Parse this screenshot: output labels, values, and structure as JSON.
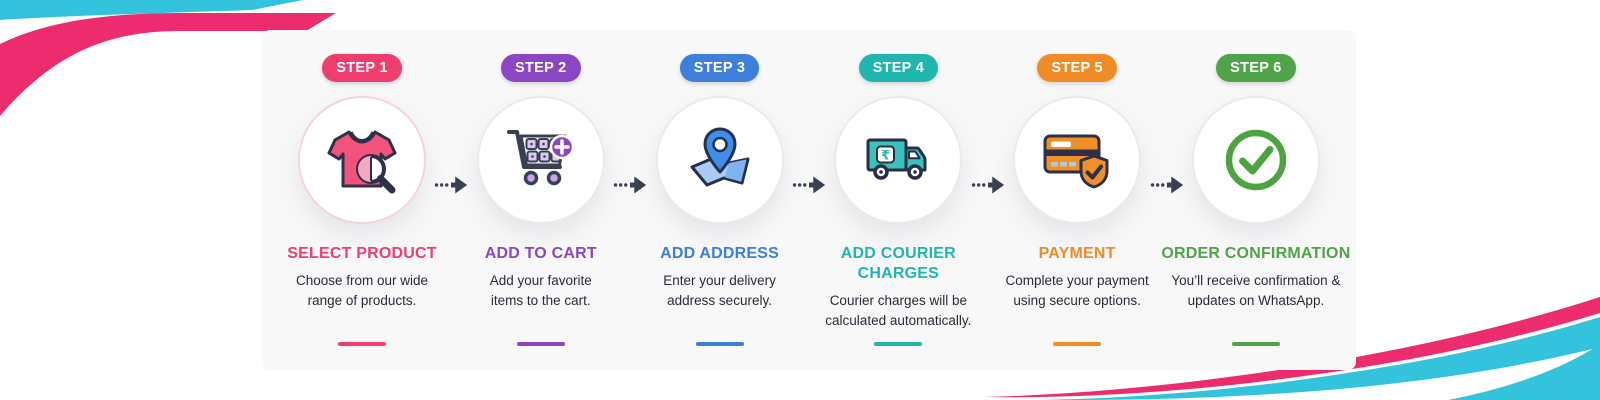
{
  "banner": {
    "card_background": "#F8F8F9",
    "arrow_color": "#3A4152",
    "arrow_icon": "dotted-arrow-right-icon",
    "decor_colors": {
      "pink": "#EC2C6F",
      "cyan": "#33C3DC"
    }
  },
  "steps": [
    {
      "badge": "STEP 1",
      "title": "SELECT PRODUCT",
      "description": "Choose from our wide range of products.",
      "color": "#EF3E6E",
      "ring": "#F6D2DC",
      "icon": "tshirt-search-icon"
    },
    {
      "badge": "STEP 2",
      "title": "ADD TO CART",
      "description": "Add your favorite items to the cart.",
      "color": "#8B46C4",
      "ring": "#EAEAEE",
      "icon": "shopping-cart-add-icon"
    },
    {
      "badge": "STEP 3",
      "title": "ADD ADDRESS",
      "description": "Enter your delivery address securely.",
      "color": "#3D7FD9",
      "ring": "#EAEAEE",
      "icon": "map-pin-icon"
    },
    {
      "badge": "STEP 4",
      "title": "ADD COURIER CHARGES",
      "description": "Courier charges will be calculated automatically.",
      "color": "#1FB6AD",
      "ring": "#EAEAEE",
      "icon": "delivery-truck-rupee-icon"
    },
    {
      "badge": "STEP 5",
      "title": "PAYMENT",
      "description": "Complete your payment using secure options.",
      "color": "#F08C26",
      "ring": "#EAEAEE",
      "icon": "credit-card-shield-icon"
    },
    {
      "badge": "STEP 6",
      "title": "ORDER CONFIRMATION",
      "description": "You’ll receive confirmation & updates on WhatsApp.",
      "color": "#4FA348",
      "ring": "#EAEAEE",
      "icon": "check-circle-icon"
    }
  ]
}
